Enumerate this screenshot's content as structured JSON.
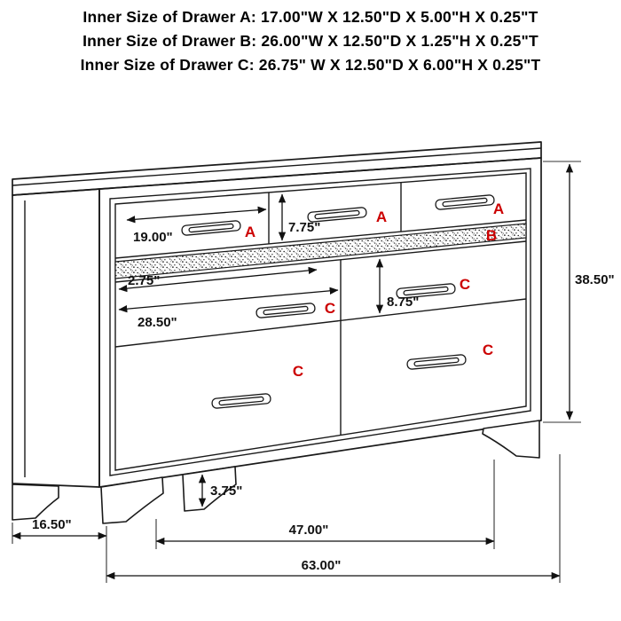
{
  "header": {
    "lines": [
      "Inner Size of Drawer A: 17.00\"W X 12.50\"D X 5.00\"H X 0.25\"T",
      "Inner Size of Drawer B: 26.00\"W X 12.50\"D X 1.25\"H X 0.25\"T",
      "Inner Size of Drawer C: 26.75\" W X 12.50\"D X 6.00\"H X 0.25\"T"
    ]
  },
  "diagram": {
    "drawer_letters": {
      "a1": "A",
      "a2": "A",
      "a3": "A",
      "b": "B",
      "c_top_left": "C",
      "c_top_right": "C",
      "c_bottom_left": "C",
      "c_bottom_right": "C"
    },
    "dims": {
      "drawer_a_width": "19.00\"",
      "drawer_a_height": "7.75\"",
      "drawer_b_height": "2.75\"",
      "drawer_c_width": "28.50\"",
      "drawer_c_height": "8.75\"",
      "overall_height": "38.50\"",
      "foot_height": "3.75\"",
      "overall_depth": "16.50\"",
      "feet_span": "47.00\"",
      "overall_width": "63.00\""
    },
    "colors": {
      "label_red": "#cc0000",
      "line": "#1a1a1a"
    }
  }
}
